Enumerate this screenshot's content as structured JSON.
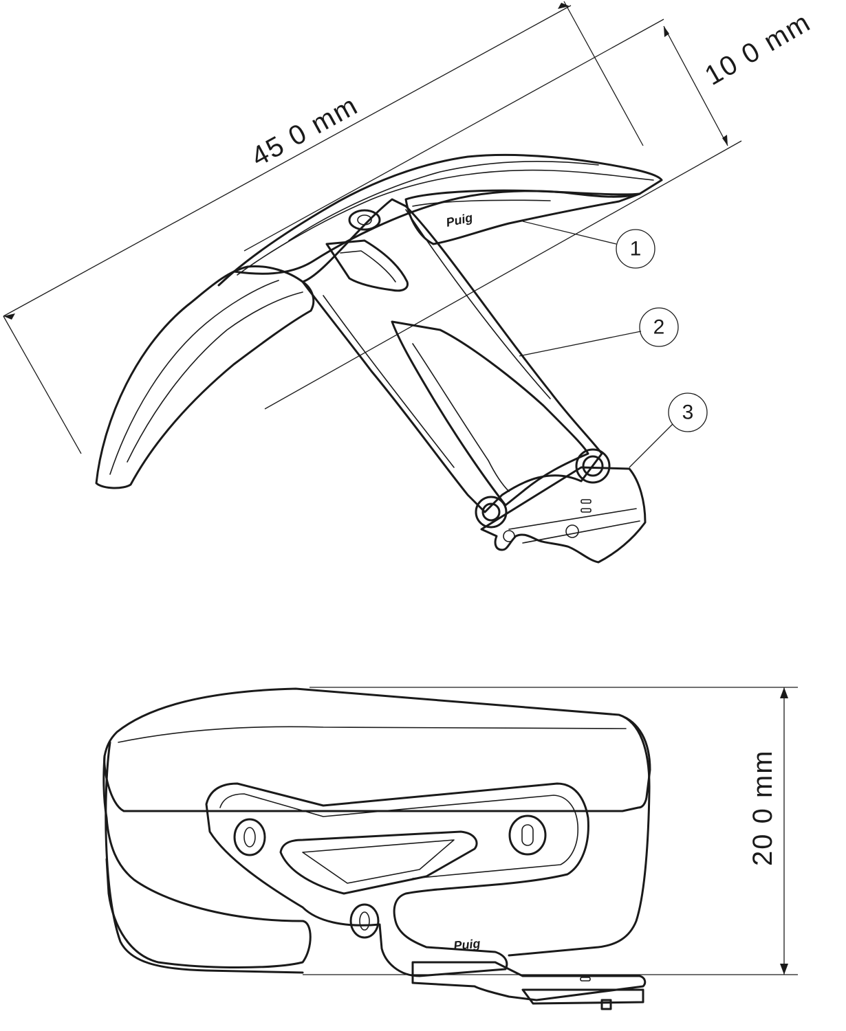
{
  "dimensions": {
    "length": "45 0 mm",
    "height": "10 0 mm",
    "width": "20 0 mm"
  },
  "callouts": [
    {
      "number": "1"
    },
    {
      "number": "2"
    },
    {
      "number": "3"
    }
  ],
  "brand_logo": "Puig",
  "colors": {
    "line": "#1a1a1a",
    "background": "#ffffff"
  }
}
